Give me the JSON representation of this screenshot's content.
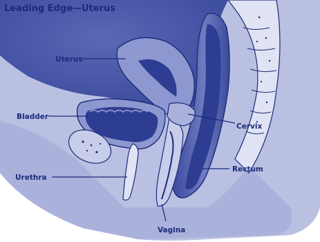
{
  "diagram": {
    "title": "Leading Edge—Uterus",
    "labels": {
      "uterus": "Uterus",
      "bladder": "Bladder",
      "cervix": "Cervix",
      "urethra": "Urethra",
      "rectum": "Rectum",
      "vagina": "Vagina"
    },
    "colors": {
      "outline": "#1c2a7a",
      "body_light": "#b9c0e2",
      "body_mid": "#8e98d0",
      "body_dark": "#4a58a8",
      "organ_deep": "#2d3d92",
      "spine": "#dfe3f3"
    }
  }
}
